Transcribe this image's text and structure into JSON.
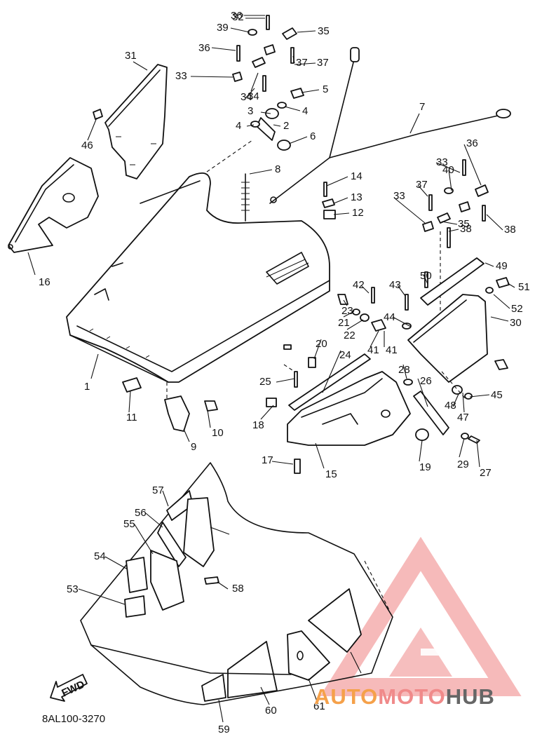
{
  "diagram": {
    "code": "8AL100-3270",
    "fwd_label": "FWD",
    "watermark": {
      "prefix": "AUTO",
      "mid": "MOTO",
      "suffix": "HUB",
      "colors": {
        "accent": "#f08a8a",
        "orange": "#f5a14a",
        "gray": "#666666"
      }
    },
    "callouts": [
      "1",
      "2",
      "3",
      "4",
      "4",
      "5",
      "6",
      "7",
      "8",
      "9",
      "10",
      "11",
      "12",
      "13",
      "14",
      "15",
      "16",
      "17",
      "18",
      "19",
      "20",
      "21",
      "22",
      "23",
      "24",
      "25",
      "26",
      "27",
      "28",
      "29",
      "30",
      "31",
      "32",
      "33",
      "33",
      "33",
      "34",
      "34",
      "35",
      "35",
      "36",
      "36",
      "36",
      "37",
      "37",
      "37",
      "38",
      "38",
      "39",
      "40",
      "41",
      "41",
      "42",
      "43",
      "44",
      "45",
      "46",
      "47",
      "48",
      "49",
      "50",
      "51",
      "52",
      "53",
      "54",
      "55",
      "56",
      "57",
      "58",
      "59",
      "60",
      "61"
    ]
  }
}
